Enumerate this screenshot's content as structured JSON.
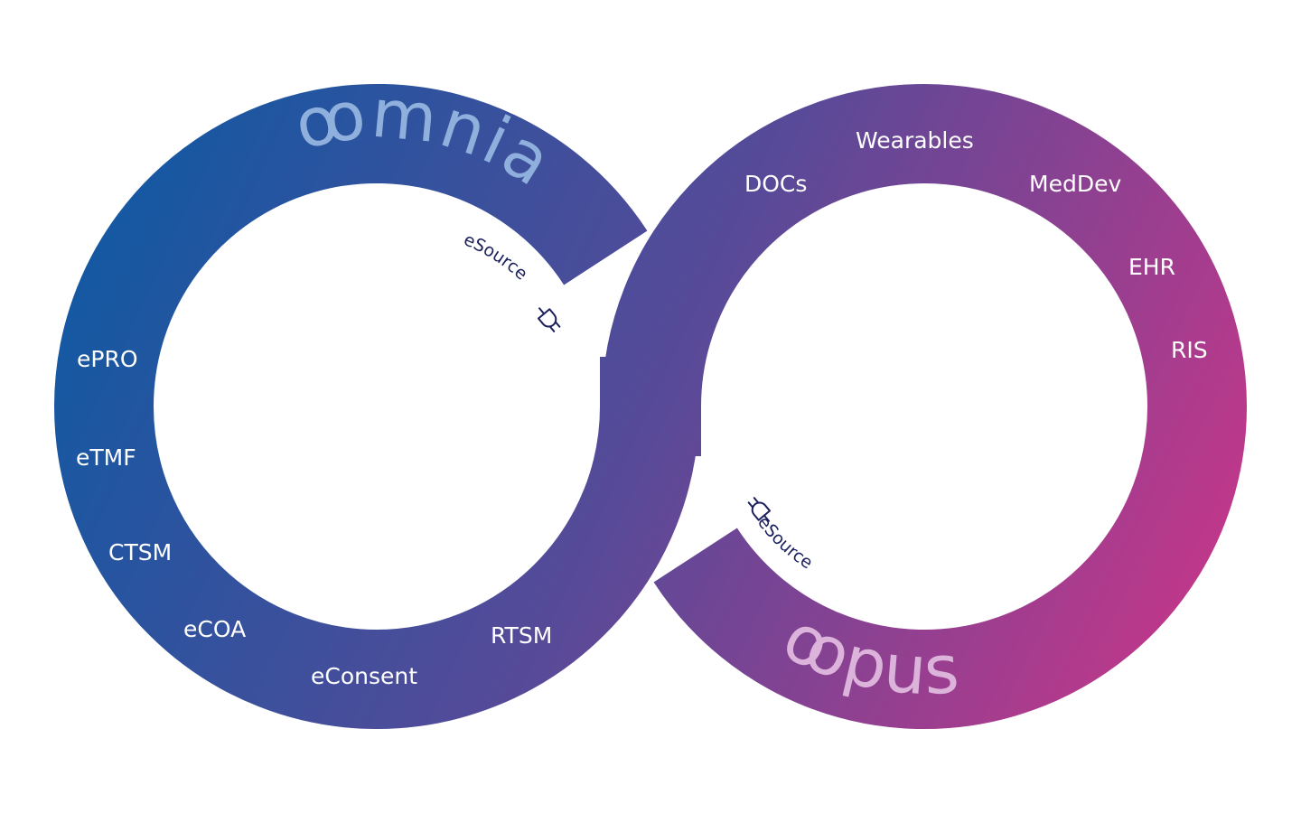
{
  "logos": {
    "left": "omnia",
    "right": "opus"
  },
  "left_ring": {
    "connector_label": "eSource",
    "items": [
      "ePRO",
      "eTMF",
      "CTSM",
      "eCOA",
      "eConsent",
      "RTSM"
    ]
  },
  "right_ring": {
    "connector_label": "eSource",
    "items": [
      "Wearables",
      "DOCs",
      "MedDev",
      "EHR",
      "RIS"
    ]
  },
  "colors": {
    "start": "#1558a2",
    "mid": "#584a98",
    "end": "#c2378a",
    "omnia_logo": "#8fb0dc",
    "opus_logo": "#dcb3da",
    "connector": "#1b1f5c"
  }
}
